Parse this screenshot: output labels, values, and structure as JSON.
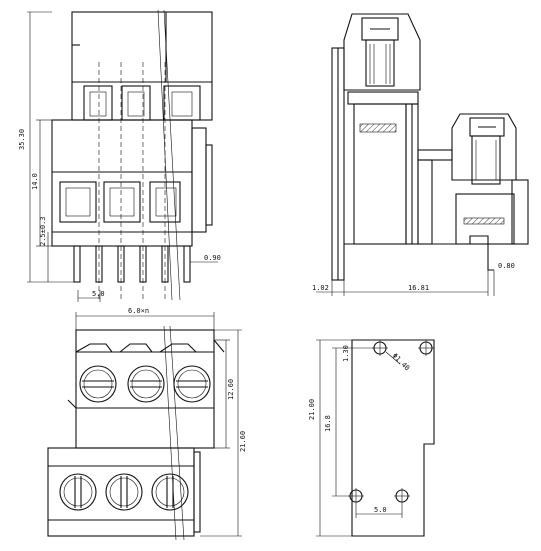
{
  "drawing": {
    "front_view": {
      "dim_height_total": "35.30",
      "dim_height_body": "14.0",
      "dim_pin": "2.5±0.3",
      "dim_pitch": "5.0",
      "dim_pin_width": "0.90"
    },
    "side_view": {
      "dim_left": "1.02",
      "dim_width": "16.81",
      "dim_right": "0.80"
    },
    "top_view": {
      "dim_width": "6.0×n",
      "dim_inner": "12.60",
      "dim_outer": "21.60"
    },
    "pcb_view": {
      "dim_h1": "21.00",
      "dim_h2": "16.8",
      "dim_small": "1.30",
      "dim_hole": "Φ1.40",
      "dim_pitch": "5.0"
    }
  }
}
